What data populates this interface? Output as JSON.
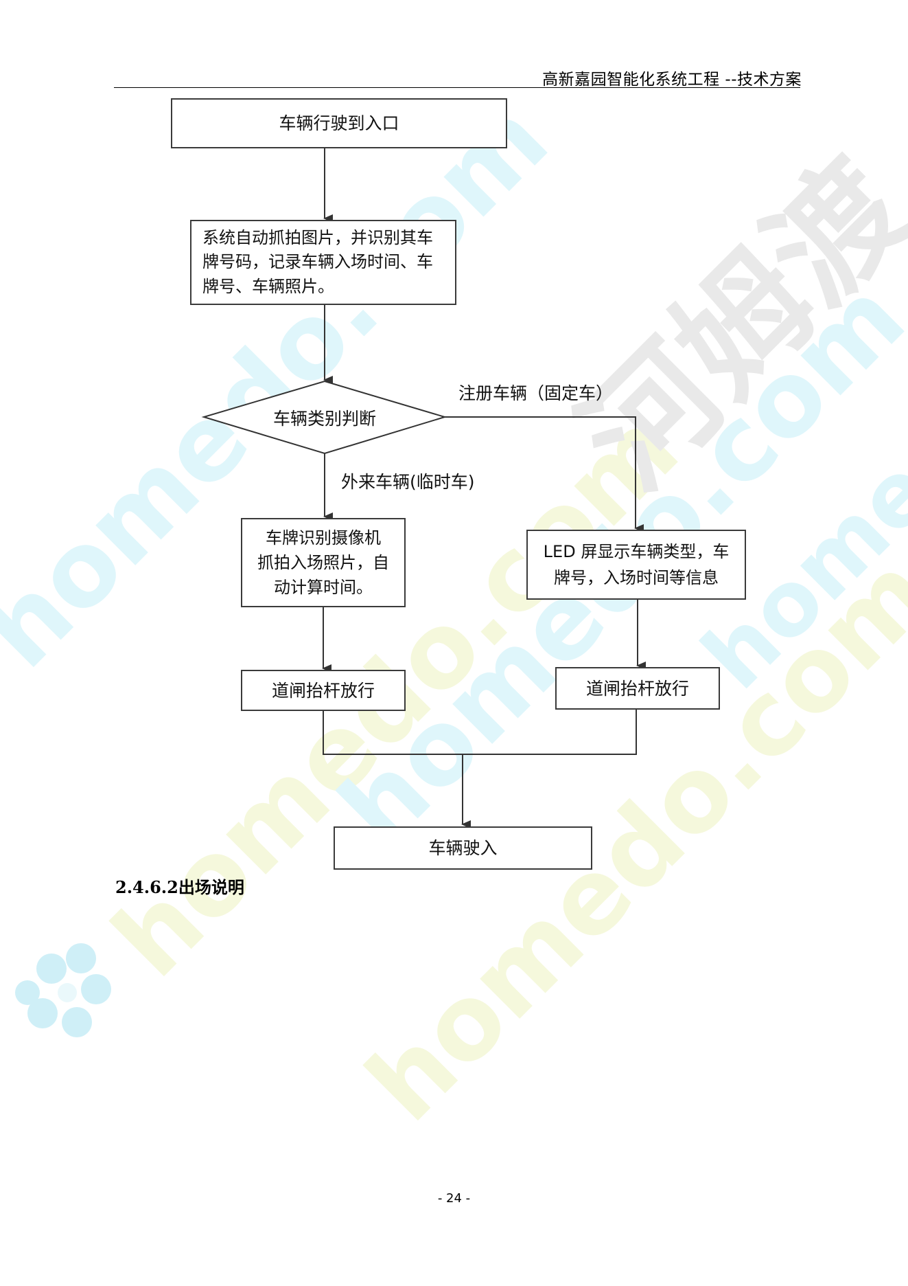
{
  "header": {
    "title": "高新嘉园智能化系统工程 --技术方案"
  },
  "flowchart": {
    "start": "车辆行驶到入口",
    "capture": [
      "系统自动抓拍图片，并识别其车",
      "牌号码，记录车辆入场时间、车",
      "牌号、车辆照片。"
    ],
    "decision": "车辆类别判断",
    "branch_registered_label": "注册车辆（固定车）",
    "branch_temporary_label": "外来车辆(临时车)",
    "temporary_process": [
      "车牌识别摄像机",
      "抓拍入场照片，自",
      "动计算时间。"
    ],
    "registered_process": [
      "LED 屏显示车辆类型，车",
      "牌号，入场时间等信息"
    ],
    "gate_left": "道闸抬杆放行",
    "gate_right": "道闸抬杆放行",
    "end": "车辆驶入"
  },
  "section": {
    "heading": "2.4.6.2出场说明"
  },
  "footer": {
    "page_number": "- 24 -"
  },
  "watermark": {
    "latin": "homedo.com",
    "chinese": "河姆渡",
    "colors": {
      "cyan": "#dff6fb",
      "yellow": "#f5f8dc",
      "gray": "#e9e9e9",
      "flower": "#cfeff7"
    }
  }
}
